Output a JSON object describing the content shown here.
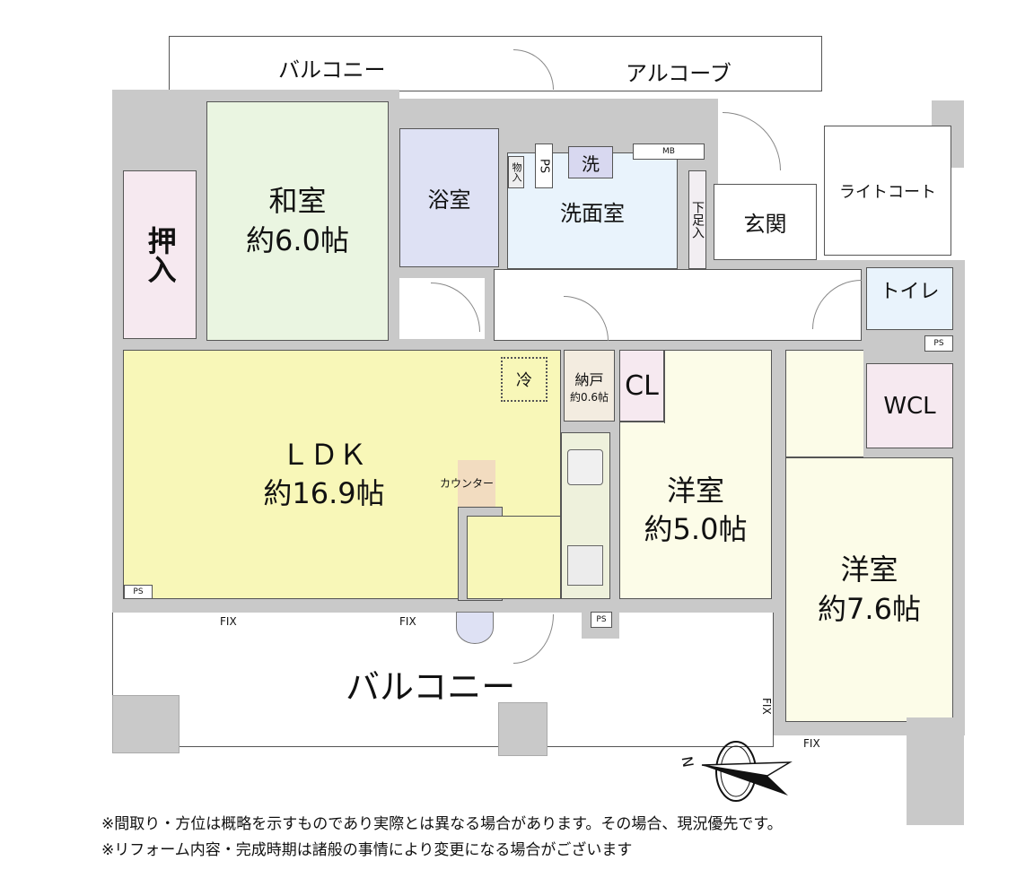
{
  "rooms": {
    "balcony_top": "バルコニー",
    "alcove": "アルコーブ",
    "oshiire": "押入",
    "washitsu": {
      "name": "和室",
      "size": "約6.0帖"
    },
    "bath": "浴室",
    "storage": "物入",
    "ps": "PS",
    "washer": "洗",
    "mb": "MB",
    "washroom": "洗面室",
    "shoe": "下足入",
    "entrance": "玄関",
    "lightcourt": "ライトコート",
    "toilet": "トイレ",
    "toilet_ps": "PS",
    "wcl": "WCL",
    "fridge": "冷",
    "nando": {
      "name": "納戸",
      "size": "約0.6帖"
    },
    "cl": "CL",
    "ldk": {
      "name": "ＬＤＫ",
      "size": "約16.9帖"
    },
    "counter": "カウンター",
    "ldk_ps": "PS",
    "youshitsu1": {
      "name": "洋室",
      "size": "約5.0帖"
    },
    "youshitsu2": {
      "name": "洋室",
      "size": "約7.6帖"
    },
    "balcony_bottom": "バルコニー",
    "balcony_ps": "PS",
    "fix": [
      "FIX",
      "FIX",
      "FIX",
      "FIX"
    ]
  },
  "compass": "N",
  "notes": [
    "※間取り・方位は概略を示すものであり実際とは異なる場合があります。その場合、現況優先です。",
    "※リフォーム内容・完成時期は諸般の事情により変更になる場合がございます"
  ],
  "colors": {
    "wall": "#c9c9c9",
    "ldk": "#f8f7b8",
    "washitsu": "#eaf5e1",
    "bath": "#dee1f4",
    "washroom": "#e9f3fc",
    "closet": "#f6e9f0",
    "youshitsu": "#fcfce8",
    "nando": "#f3ece0"
  }
}
